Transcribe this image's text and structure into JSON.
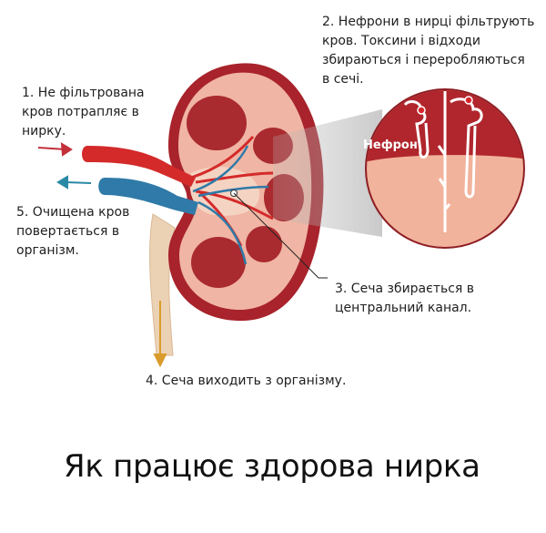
{
  "title": "Як працює здорова нирка",
  "steps": [
    {
      "id": 1,
      "text": "1. Не фільтрована\nкров потрапляє в\nнирку."
    },
    {
      "id": 2,
      "text": "2. Нефрони в нирці фільтрують\nкров. Токсини і відходи\nзбираються і переробляються\nв сечі."
    },
    {
      "id": 3,
      "text": "3. Сеча збирається в\nцентральний канал."
    },
    {
      "id": 4,
      "text": "4. Сеча виходить з організму."
    },
    {
      "id": 5,
      "text": "5. Очищена кров\nповертається в\nорганізм."
    }
  ],
  "callout": {
    "label": "Нефрон"
  },
  "colors": {
    "artery": "#d42a2a",
    "vein": "#2f7aa8",
    "kidney_outer": "#a8232b",
    "kidney_inner": "#f0b5a4",
    "pyramid": "#a92a2f",
    "ureter": "#ecd2b4",
    "urine_arrow": "#d99b2b",
    "nephron_top": "#b0262c",
    "nephron_bottom": "#f1b39c"
  }
}
